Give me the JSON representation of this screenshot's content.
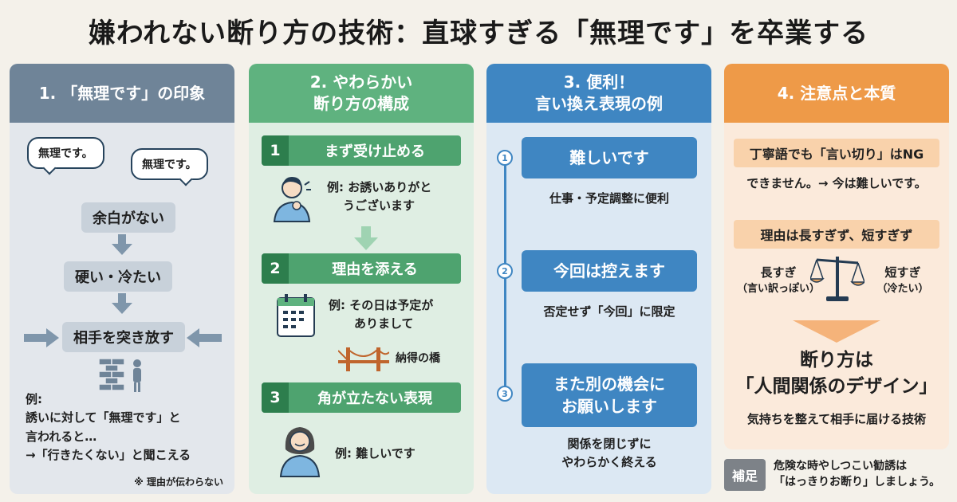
{
  "title": "嫌われない断り方の技術：直球すぎる「無理です」を卒業する",
  "panel1": {
    "heading": "1. 「無理です」の印象",
    "bubble1": "無理です。",
    "bubble2": "無理です。",
    "chain": [
      "余白がない",
      "硬い・冷たい",
      "相手を突き放す"
    ],
    "example_lines": [
      "例:",
      "誘いに対して「無理です」と",
      "言われると…",
      "→「行きたくない」と聞こえる"
    ],
    "note": "※ 理由が伝わらない"
  },
  "panel2": {
    "heading_line1": "2. やわらかい",
    "heading_line2": "断り方の構成",
    "steps": [
      {
        "num": "1",
        "label": "まず受け止める",
        "example_line1": "例: お誘いありがと",
        "example_line2": "うございます"
      },
      {
        "num": "2",
        "label": "理由を添える",
        "example_line1": "例: その日は予定が",
        "example_line2": "ありまして"
      },
      {
        "num": "3",
        "label": "角が立たない表現",
        "example_line1": "例: 難しいです",
        "example_line2": ""
      }
    ],
    "bridge_label": "納得の橋"
  },
  "panel3": {
    "heading_line1": "3. 便利！",
    "heading_line2": "言い換え表現の例",
    "items": [
      {
        "num": "1",
        "phrase_line1": "難しいです",
        "phrase_line2": "",
        "note_line1": "仕事・予定調整に便利",
        "note_line2": ""
      },
      {
        "num": "2",
        "phrase_line1": "今回は控えます",
        "phrase_line2": "",
        "note_line1": "否定せず「今回」に限定",
        "note_line2": ""
      },
      {
        "num": "3",
        "phrase_line1": "また別の機会に",
        "phrase_line2": "お願いします",
        "note_line1": "関係を閉じずに",
        "note_line2": "やわらかく終える"
      }
    ]
  },
  "panel4": {
    "heading": "4. 注意点と本質",
    "bar1": "丁寧語でも「言い切り」はNG",
    "bar1_text": "できません。→ 今は難しいです。",
    "bar2": "理由は長すぎず、短すぎず",
    "left_label": "長すぎ",
    "left_sub": "（言い訳っぽい）",
    "right_label": "短すぎ",
    "right_sub": "（冷たい）",
    "conclusion_line1": "断り方は",
    "conclusion_line2": "「人間関係のデザイン」",
    "conclusion_sub": "気持ちを整えて相手に届ける技術"
  },
  "supplement": {
    "badge": "補足",
    "line1": "危険な時やしつこい勧誘は",
    "line2": "「はっきりお断り」しましょう。"
  },
  "colors": {
    "panel1_head": "#6f8498",
    "panel2_head": "#5fb27f",
    "panel3_head": "#3f86c2",
    "panel4_head": "#ee9a48"
  }
}
